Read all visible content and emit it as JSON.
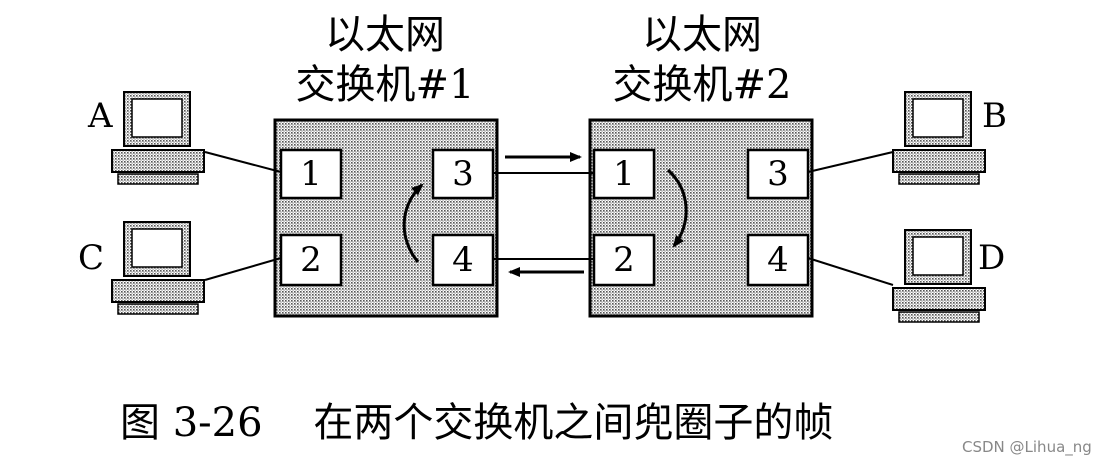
{
  "switch1": {
    "title_line1": "以太网",
    "title_line2": "交换机#1",
    "ports": [
      "1",
      "2",
      "3",
      "4"
    ]
  },
  "switch2": {
    "title_line1": "以太网",
    "title_line2": "交换机#2",
    "ports": [
      "1",
      "2",
      "3",
      "4"
    ]
  },
  "hosts": {
    "a": "A",
    "b": "B",
    "c": "C",
    "d": "D"
  },
  "caption": "图 3-26    在两个交换机之间兜圈子的帧",
  "watermark": "CSDN @Lihua_ng"
}
